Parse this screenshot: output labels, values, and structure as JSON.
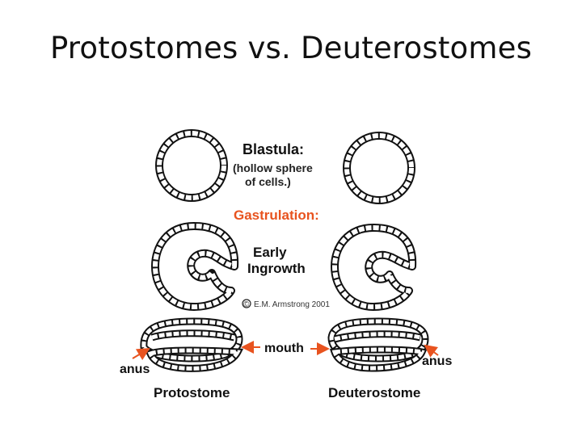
{
  "slide": {
    "title": "Protostomes vs. Deuterostomes"
  },
  "diagram": {
    "blastula": {
      "heading": "Blastula:",
      "description_line1": "(hollow sphere",
      "description_line2": "of cells.)"
    },
    "gastrulation": {
      "heading": "Gastrulation:"
    },
    "early_ingrowth": {
      "line1": "Early",
      "line2": "Ingrowth"
    },
    "copyright": {
      "symbol": "©",
      "text": "E.M. Armstrong 2001"
    },
    "mouth_label": "mouth",
    "anus_label_left": "anus",
    "anus_label_right": "anus",
    "protostome_label": "Protostome",
    "deuterostome_label": "Deuterostome"
  },
  "colors": {
    "accent_orange": "#e8531f",
    "cell_outline": "#111111",
    "background": "#ffffff"
  }
}
